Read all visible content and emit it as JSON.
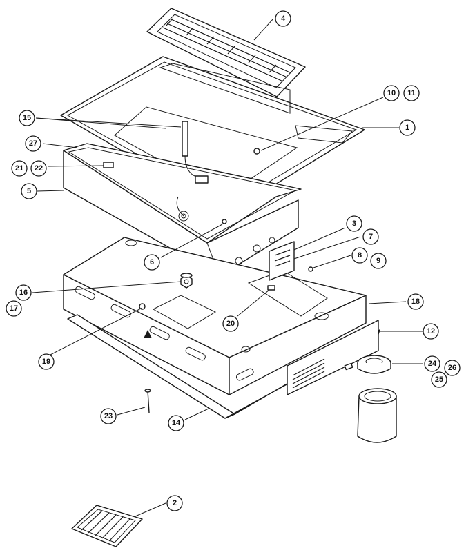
{
  "diagram": {
    "callouts": [
      {
        "id": "c1",
        "label": "1"
      },
      {
        "id": "c2",
        "label": "2"
      },
      {
        "id": "c3",
        "label": "3"
      },
      {
        "id": "c4",
        "label": "4"
      },
      {
        "id": "c5",
        "label": "5"
      },
      {
        "id": "c6",
        "label": "6"
      },
      {
        "id": "c7",
        "label": "7"
      },
      {
        "id": "c8",
        "label": "8"
      },
      {
        "id": "c9",
        "label": "9"
      },
      {
        "id": "c10",
        "label": "10"
      },
      {
        "id": "c11",
        "label": "11"
      },
      {
        "id": "c12",
        "label": "12"
      },
      {
        "id": "c14",
        "label": "14"
      },
      {
        "id": "c15",
        "label": "15"
      },
      {
        "id": "c16",
        "label": "16"
      },
      {
        "id": "c17",
        "label": "17"
      },
      {
        "id": "c18",
        "label": "18"
      },
      {
        "id": "c19",
        "label": "19"
      },
      {
        "id": "c20",
        "label": "20"
      },
      {
        "id": "c21",
        "label": "21"
      },
      {
        "id": "c22",
        "label": "22"
      },
      {
        "id": "c23",
        "label": "23"
      },
      {
        "id": "c24",
        "label": "24"
      },
      {
        "id": "c25",
        "label": "25"
      },
      {
        "id": "c26",
        "label": "26"
      },
      {
        "id": "c27",
        "label": "27"
      }
    ]
  }
}
